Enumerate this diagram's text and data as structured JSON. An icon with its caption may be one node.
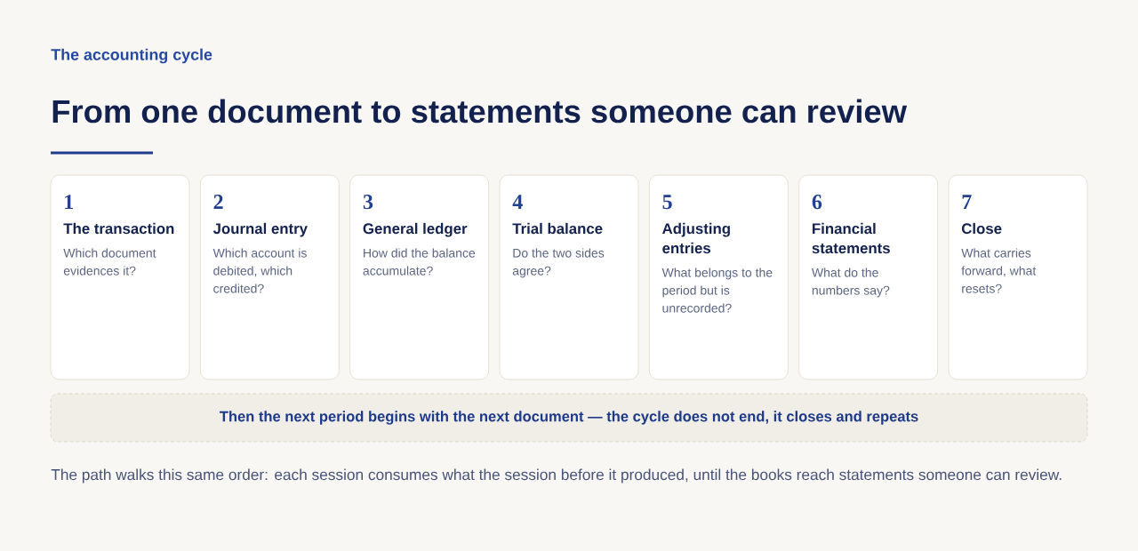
{
  "diagram": {
    "title": "From one document to statements someone can review",
    "caption": "The path walks this same order: each session consumes what the session before it produced, until the books reach statements someone can review.",
    "nodes": [
      {
        "text": [
          "1",
          "The transaction",
          "Which document evidences it?"
        ]
      },
      {
        "text": [
          "2",
          "Journal entry",
          "Which account is debited, which credited?"
        ]
      },
      {
        "text": [
          "3",
          "General ledger",
          "How did the balance accumulate?"
        ]
      },
      {
        "text": [
          "4",
          "Trial balance",
          "Do the two sides agree?"
        ]
      },
      {
        "text": [
          "5",
          "Adjusting entries",
          "What belongs to the period but is unrecorded?"
        ]
      },
      {
        "text": [
          "6",
          "Financial statements",
          "What do the numbers say?"
        ]
      },
      {
        "text": [
          "7",
          "Close",
          "What carries forward, what resets?"
        ]
      },
      {
        "text": [
          "Then the next period begins with the next document — the cycle does not end, it closes and repeats"
        ]
      }
    ],
    "labels": [
      "The accounting cycle"
    ]
  }
}
